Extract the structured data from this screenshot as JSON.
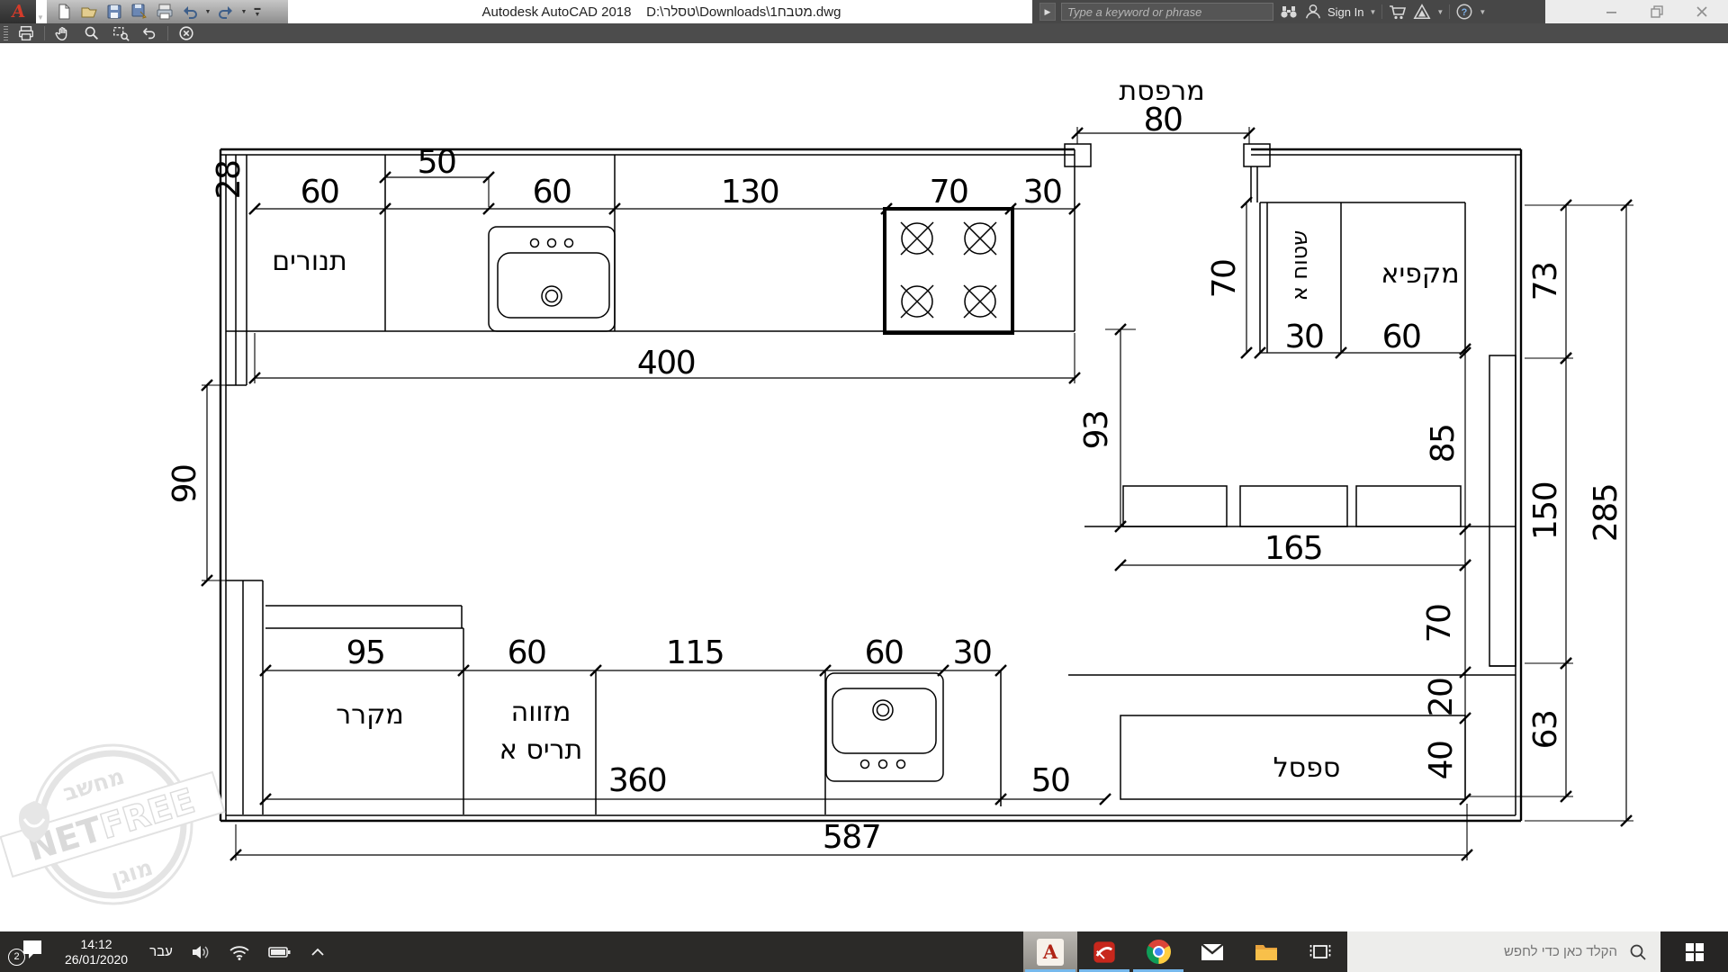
{
  "titlebar": {
    "title": "Autodesk AutoCAD 2018    D:\\טסלר\\Downloads\\1מטבח.dwg",
    "search_placeholder": "Type a keyword or phrase",
    "sign_in": "Sign In"
  },
  "plan": {
    "balcony": {
      "label": "מרפסת",
      "width": "80"
    },
    "top": {
      "wall": "28",
      "d60a": "60",
      "d50": "50",
      "d60b": "60",
      "d130": "130",
      "d70": "70",
      "d30": "30",
      "total": "400",
      "ovens": "תנורים"
    },
    "freezer": {
      "depth": "70",
      "side": "שטוח א",
      "label": "מקפיא",
      "d30": "30",
      "d60": "60"
    },
    "right": {
      "d73": "73",
      "d85": "85",
      "d150": "150",
      "d285": "285",
      "d70": "70",
      "d20": "20",
      "d40": "40",
      "d63": "63"
    },
    "middle": {
      "d90": "90",
      "d93": "93",
      "d165": "165"
    },
    "bottom": {
      "d95": "95",
      "d60a": "60",
      "d115": "115",
      "d60b": "60",
      "d30": "30",
      "total": "360",
      "d50": "50",
      "overall": "587",
      "fridge": "מקרר",
      "pantry1": "מזווה",
      "pantry2": "תריס א",
      "bench": "ספסל"
    }
  },
  "watermark": {
    "top": "מחשב",
    "net": "NET",
    "free": "FREE",
    "bottom": "מוגן"
  },
  "taskbar": {
    "badge": "2",
    "time": "14:12",
    "date": "26/01/2020",
    "lang": "עבר",
    "search_placeholder": "הקלד כאן כדי לחפש"
  }
}
